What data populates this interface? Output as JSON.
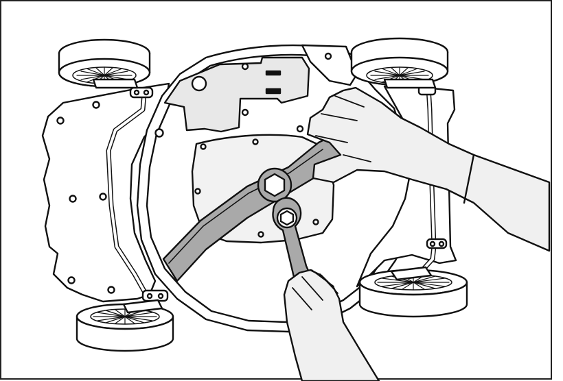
{
  "figure": {
    "subject": "lawn-mower-underside-blade-removal",
    "style": "line-art",
    "colors": {
      "line": "#111111",
      "blade": "#a9a9a9",
      "deck_shade": "#e6e6e6",
      "glove": "#f0f0f0",
      "background": "#ffffff",
      "frame": "#222222"
    },
    "icons": [
      "mower-deck",
      "wheel",
      "blade",
      "hex-nut",
      "ring-spanner",
      "hand"
    ]
  }
}
